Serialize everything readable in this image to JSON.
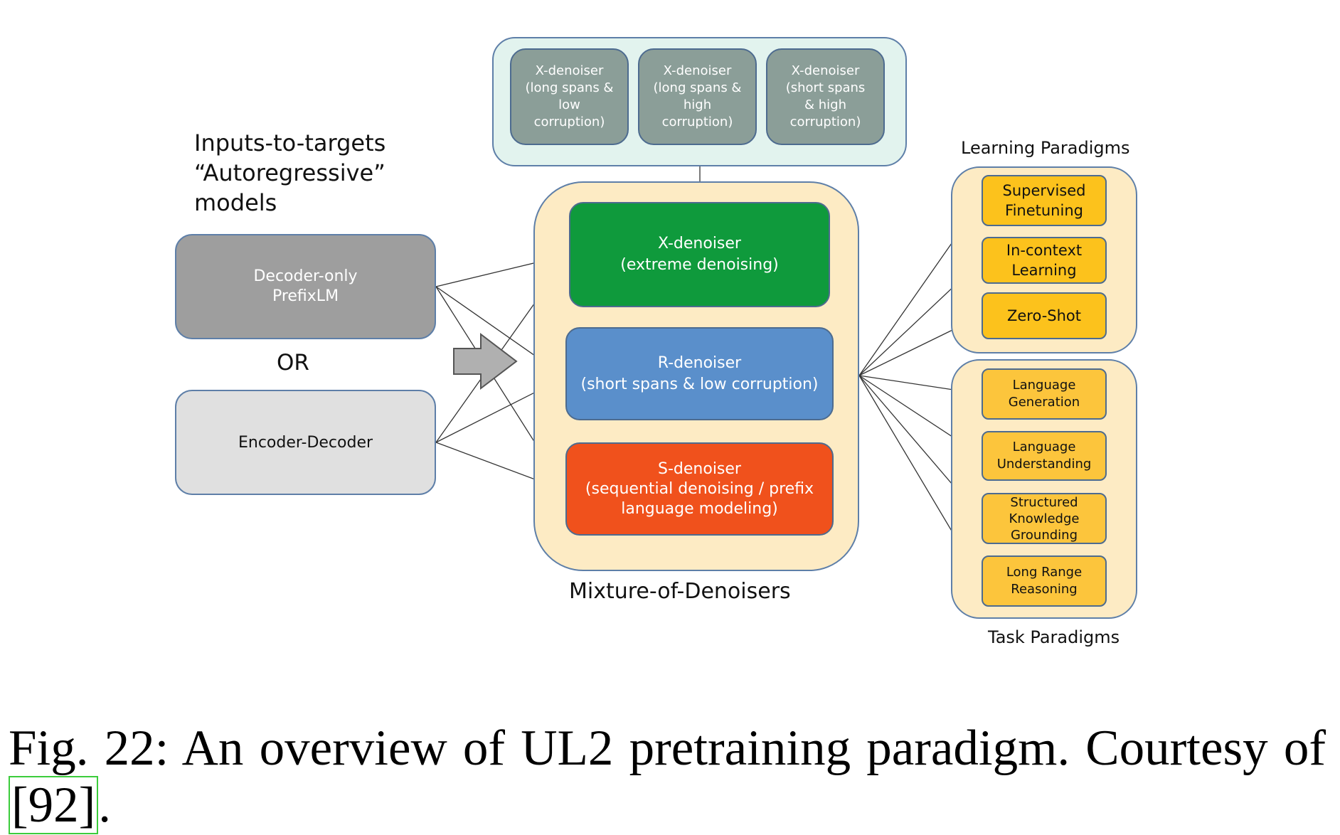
{
  "diagram": {
    "left_title": [
      "Inputs-to-targets",
      "“Autoregressive”",
      "models"
    ],
    "or_label": "OR",
    "models": {
      "decoder_only": [
        "Decoder-only",
        "PrefixLM"
      ],
      "encoder_decoder": [
        "Encoder-Decoder"
      ]
    },
    "mixture_label": "Mixture-of-Denoisers",
    "x_variants": [
      [
        "X-denoiser",
        "(long spans &",
        "low",
        "corruption)"
      ],
      [
        "X-denoiser",
        "(long spans &",
        "high",
        "corruption)"
      ],
      [
        "X-denoiser",
        "(short spans",
        "& high",
        "corruption)"
      ]
    ],
    "denoisers": {
      "x": [
        "X-denoiser",
        "(extreme denoising)"
      ],
      "r": [
        "R-denoiser",
        "(short spans & low corruption)"
      ],
      "s": [
        "S-denoiser",
        "(sequential denoising / prefix",
        "language modeling)"
      ]
    },
    "learning_paradigms": {
      "title": "Learning Paradigms",
      "items": [
        [
          "Supervised",
          "Finetuning"
        ],
        [
          "In-context",
          "Learning"
        ],
        [
          "Zero-Shot"
        ]
      ]
    },
    "task_paradigms": {
      "title": "Task Paradigms",
      "items": [
        [
          "Language",
          "Generation"
        ],
        [
          "Language",
          "Understanding"
        ],
        [
          "Structured",
          "Knowledge",
          "Grounding"
        ],
        [
          "Long Range",
          "Reasoning"
        ]
      ]
    },
    "colors": {
      "x_variant": "#8b9e98",
      "x_denoiser": "#0f9a3c",
      "r_denoiser": "#5a8fcb",
      "s_denoiser": "#f0511c",
      "decoder_only": "#9e9e9e",
      "encoder_decoder": "#e0e0e0",
      "mixture_bg": "#fdebc4",
      "top_group_bg": "#e2f3ee",
      "learning_item": "#fcc21c",
      "task_item": "#fcc53c"
    }
  },
  "caption": {
    "text": "Fig. 22: An overview of UL2 pretraining paradigm. Courtesy of ",
    "ref": "[92]",
    "end": "."
  }
}
